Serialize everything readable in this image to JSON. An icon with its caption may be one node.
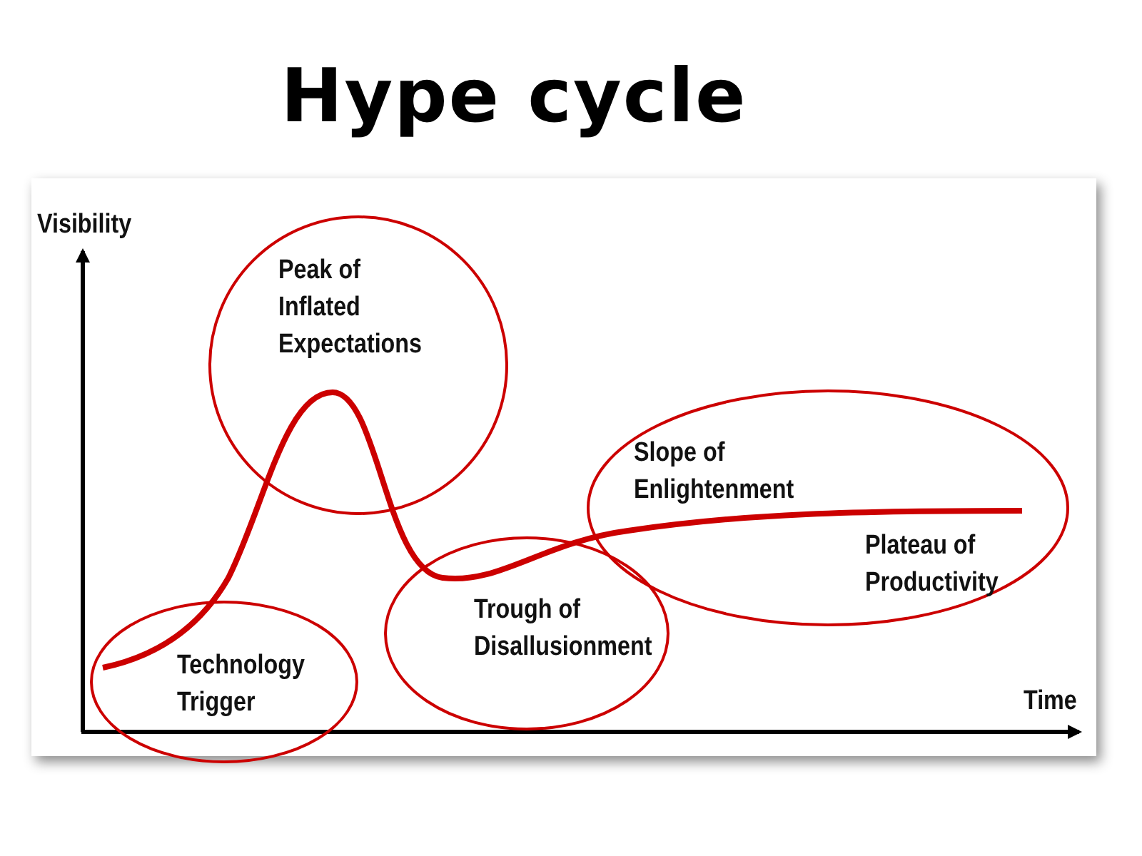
{
  "diagram": {
    "title": "Hype cycle",
    "nodes": [
      {
        "text": [
          "Peak of Inflated Expectations"
        ]
      },
      {
        "text": [
          "Technology Trigger"
        ]
      },
      {
        "text": [
          "Trough of Disallusionment"
        ]
      },
      {
        "text": [
          "Slope of Enlightenment",
          "Plateau of Productivity"
        ]
      }
    ],
    "edges": [],
    "labels": [
      "Visibility",
      "Time"
    ]
  }
}
